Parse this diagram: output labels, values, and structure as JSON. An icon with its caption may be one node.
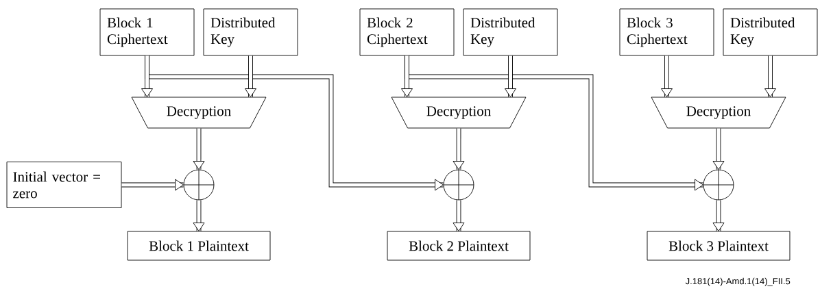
{
  "diagram": {
    "nodes": [
      {
        "text": [
          "Block 1 Ciphertext"
        ]
      },
      {
        "text": [
          "Distributed Key"
        ]
      },
      {
        "text": [
          "Decryption"
        ]
      },
      {
        "text": [
          "Initial vector = zero"
        ]
      },
      {
        "text": [],
        "shape": "circle"
      },
      {
        "text": [
          "Block 1 Plaintext"
        ]
      },
      {
        "text": [
          "Block 2 Ciphertext"
        ]
      },
      {
        "text": [
          "Distributed Key"
        ]
      },
      {
        "text": [
          "Decryption"
        ]
      },
      {
        "text": [],
        "shape": "circle"
      },
      {
        "text": [
          "Block 2 Plaintext"
        ]
      },
      {
        "text": [
          "Block 3 Ciphertext"
        ]
      },
      {
        "text": [
          "Distributed Key"
        ]
      },
      {
        "text": [
          "Decryption"
        ]
      },
      {
        "text": [],
        "shape": "circle"
      },
      {
        "text": [
          "Block 3 Plaintext"
        ]
      }
    ],
    "edges": [
      {
        "from": 0,
        "to": 9,
        "arrow": "to"
      },
      {
        "from": 6,
        "to": 14,
        "arrow": "to"
      },
      {
        "from": 0,
        "to": 2,
        "arrow": "to"
      },
      {
        "from": 1,
        "to": 2,
        "arrow": "to"
      },
      {
        "from": 2,
        "to": 4,
        "arrow": "to"
      },
      {
        "from": 3,
        "to": 4,
        "arrow": "to"
      },
      {
        "from": 4,
        "to": 5,
        "arrow": "to"
      },
      {
        "from": 6,
        "to": 8,
        "arrow": "to"
      },
      {
        "from": 7,
        "to": 8,
        "arrow": "to"
      },
      {
        "from": 8,
        "to": 9,
        "arrow": "to"
      },
      {
        "from": 9,
        "to": 10,
        "arrow": "to"
      },
      {
        "from": 11,
        "to": 13,
        "arrow": "to"
      },
      {
        "from": 12,
        "to": 13,
        "arrow": "to"
      },
      {
        "from": 13,
        "to": 14,
        "arrow": "to"
      },
      {
        "from": 14,
        "to": 15,
        "arrow": "to"
      }
    ],
    "labels": [
      "J.181(14)-Amd.1(14)_FII.5"
    ]
  }
}
